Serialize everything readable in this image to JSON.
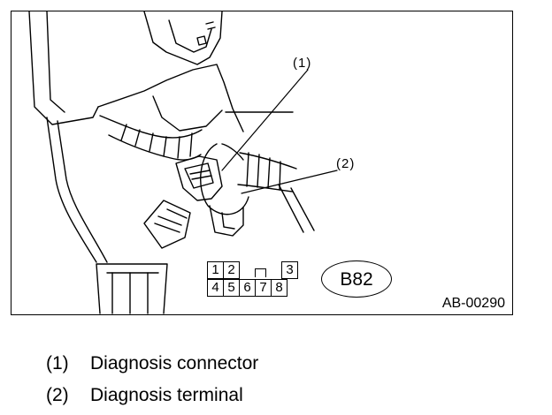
{
  "callouts": {
    "connector_num": "(1)",
    "terminal_num": "(2)"
  },
  "figure_code": "AB-00290",
  "connector": {
    "id": "B82",
    "pins_top": [
      "1",
      "2",
      "",
      "3"
    ],
    "pins_bottom": [
      "4",
      "5",
      "6",
      "7",
      "8"
    ]
  },
  "legend": [
    {
      "num": "(1)",
      "label": "Diagnosis connector"
    },
    {
      "num": "(2)",
      "label": "Diagnosis terminal"
    }
  ]
}
